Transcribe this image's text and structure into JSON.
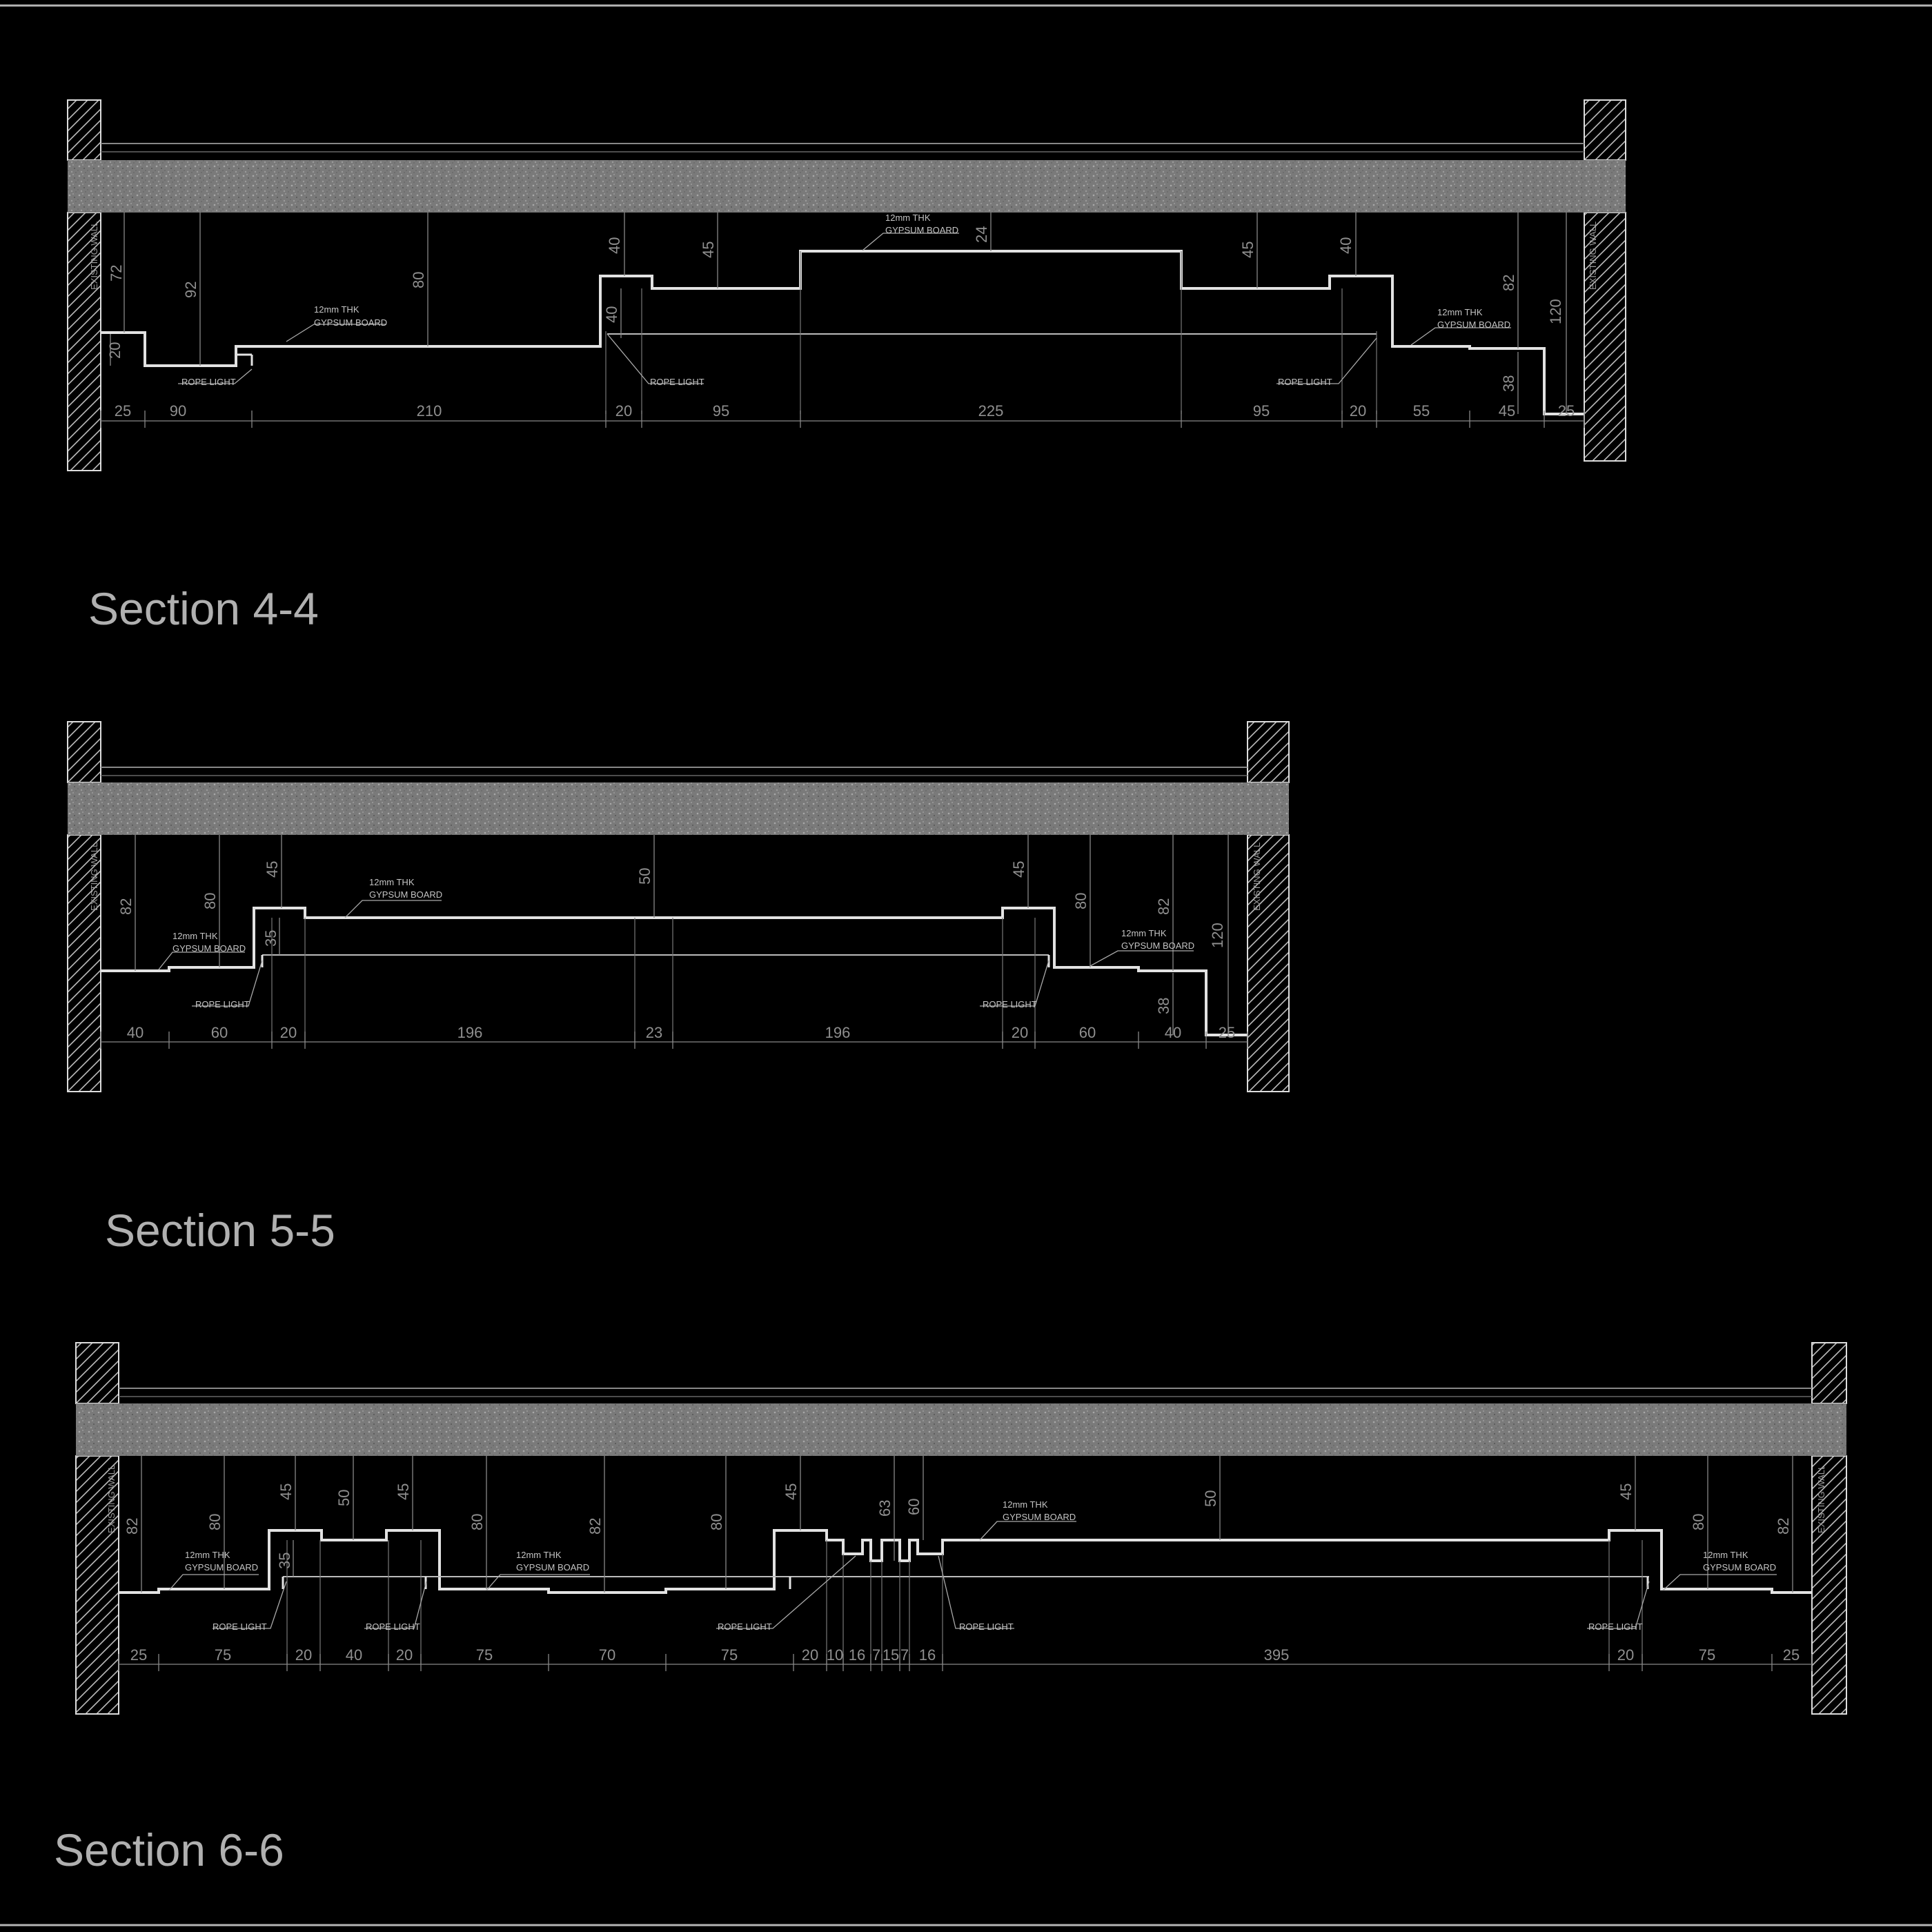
{
  "wall_label": "EXISTING WALL",
  "sections": [
    {
      "title": "Section 4-4",
      "bottom_dims": [
        "25",
        "90",
        "210",
        "20",
        "95",
        "225",
        "95",
        "20",
        "55",
        "45",
        "25"
      ],
      "vertical_dims": [
        "72",
        "20",
        "92",
        "80",
        "40",
        "40",
        "45",
        "24",
        "45",
        "40",
        "82",
        "38",
        "120"
      ],
      "notes": [
        [
          "12mm THK",
          "GYPSUM BOARD"
        ],
        [
          "12mm THK",
          "GYPSUM BOARD"
        ],
        [
          "12mm THK",
          "GYPSUM BOARD"
        ]
      ],
      "rope_labels": [
        "ROPE LIGHT",
        "ROPE LIGHT",
        "ROPE LIGHT"
      ]
    },
    {
      "title": "Section 5-5",
      "bottom_dims": [
        "40",
        "60",
        "20",
        "196",
        "23",
        "196",
        "20",
        "60",
        "40",
        "25"
      ],
      "vertical_dims": [
        "82",
        "80",
        "45",
        "35",
        "50",
        "45",
        "80",
        "82",
        "38",
        "120"
      ],
      "notes": [
        [
          "12mm THK",
          "GYPSUM BOARD"
        ],
        [
          "12mm THK",
          "GYPSUM BOARD"
        ],
        [
          "12mm THK",
          "GYPSUM BOARD"
        ]
      ],
      "rope_labels": [
        "ROPE LIGHT",
        "ROPE LIGHT"
      ]
    },
    {
      "title": "Section 6-6",
      "bottom_dims": [
        "25",
        "75",
        "20",
        "40",
        "20",
        "75",
        "70",
        "75",
        "20",
        "10",
        "16",
        "7",
        "15",
        "7",
        "16",
        "395",
        "20",
        "75",
        "25"
      ],
      "vertical_dims": [
        "82",
        "80",
        "45",
        "35",
        "50",
        "45",
        "80",
        "82",
        "80",
        "45",
        "63",
        "60",
        "50",
        "45",
        "80",
        "82"
      ],
      "notes": [
        [
          "12mm THK",
          "GYPSUM BOARD"
        ],
        [
          "12mm THK",
          "GYPSUM BOARD"
        ],
        [
          "12mm THK",
          "GYPSUM BOARD"
        ],
        [
          "12mm THK",
          "GYPSUM BOARD"
        ]
      ],
      "rope_labels": [
        "ROPE LIGHT",
        "ROPE LIGHT",
        "ROPE LIGHT",
        "ROPE LIGHT",
        "ROPE LIGHT"
      ]
    }
  ]
}
